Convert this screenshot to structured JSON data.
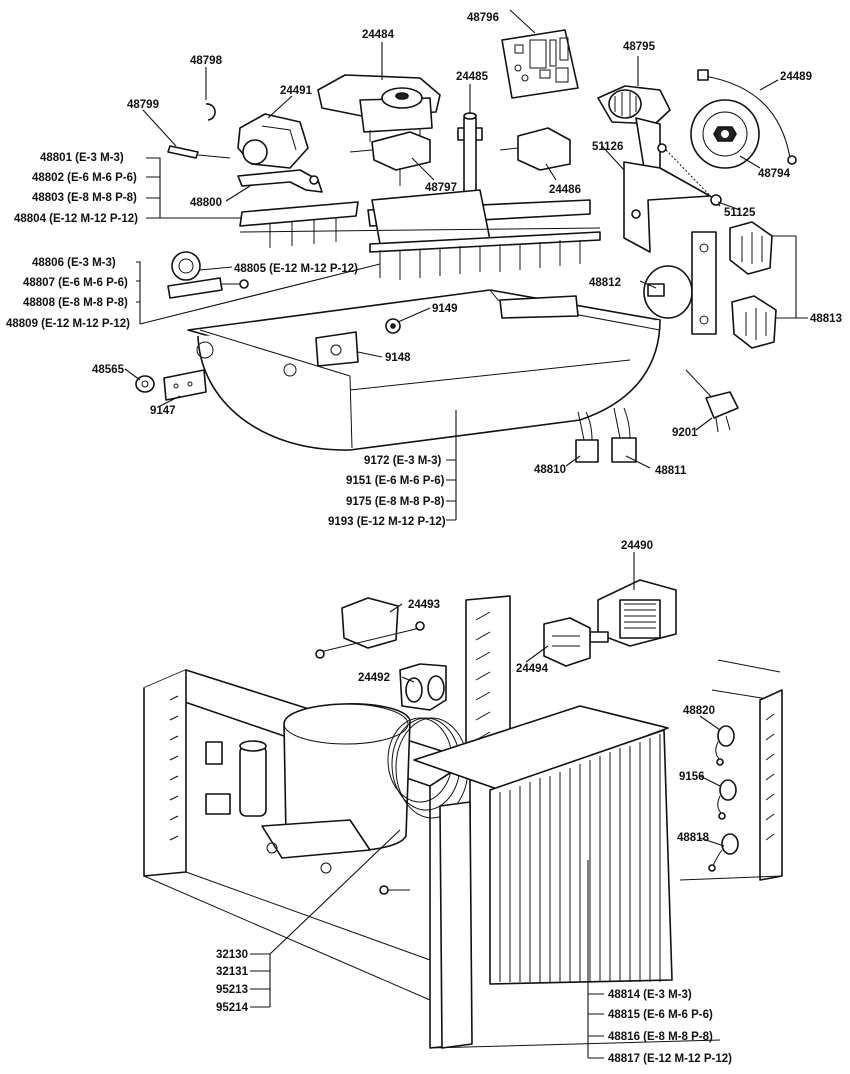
{
  "top_labels": {
    "p48796": "48796",
    "p24484": "24484",
    "p48798": "48798",
    "p24491": "24491",
    "p24485": "24485",
    "p48795": "48795",
    "p24489": "24489",
    "p48799": "48799",
    "p48801": "48801 (E-3 M-3)",
    "p48802": "48802 (E-6 M-6 P-6)",
    "p48803": "48803 (E-8 M-8 P-8)",
    "p48804": "48804 (E-12 M-12 P-12)",
    "p48800": "48800",
    "p48797": "48797",
    "p24486": "24486",
    "p51126": "51126",
    "p48794": "48794",
    "p51125": "51125",
    "p48806": "48806 (E-3 M-3)",
    "p48807": "48807 (E-6 M-6 P-6)",
    "p48808": "48808 (E-8 M-8 P-8)",
    "p48809": "48809 (E-12 M-12 P-12)",
    "p48805": "48805 (E-12 M-12 P-12)",
    "p48812": "48812",
    "p48813": "48813",
    "p9149": "9149",
    "p9148": "9148",
    "p48565": "48565",
    "p9147": "9147",
    "p9201": "9201",
    "p48810": "48810",
    "p48811": "48811",
    "p9172": "9172 (E-3 M-3)",
    "p9151": "9151 (E-6 M-6 P-6)",
    "p9175": "9175 (E-8 M-8 P-8)",
    "p9193": "9193 (E-12 M-12 P-12)"
  },
  "bottom_labels": {
    "p24490": "24490",
    "p24493": "24493",
    "p24492": "24492",
    "p24494": "24494",
    "p48820": "48820",
    "p9156": "9156",
    "p48818": "48818",
    "p32130": "32130",
    "p32131": "32131",
    "p95213": "95213",
    "p95214": "95214",
    "p48814": "48814 (E-3 M-3)",
    "p48815": "48815 (E-6 M-6 P-6)",
    "p48816": "48816 (E-8 M-8 P-8)",
    "p48817": "48817 (E-12 M-12 P-12)"
  }
}
